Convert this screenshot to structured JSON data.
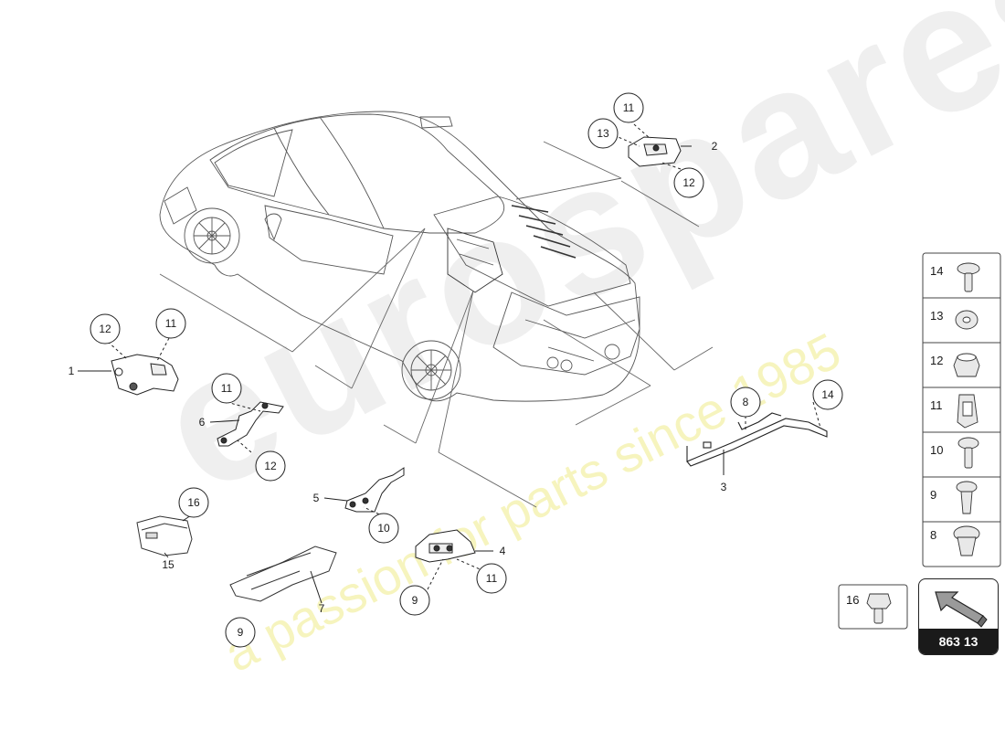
{
  "watermark": {
    "brand": "eurospares",
    "slogan": "a passion for parts since 1985"
  },
  "reference_badge": {
    "number": "863 13",
    "icon": "arrow-icon"
  },
  "callouts": {
    "c1": "1",
    "c2": "2",
    "c3": "3",
    "c4": "4",
    "c5": "5",
    "c6": "6",
    "c7": "7",
    "c8": "8",
    "c9a": "9",
    "c9b": "9",
    "c10": "10",
    "c11a": "11",
    "c11b": "11",
    "c11c": "11",
    "c11d": "11",
    "c12a": "12",
    "c12b": "12",
    "c12c": "12",
    "c13": "13",
    "c14": "14",
    "c15": "15",
    "c16": "16"
  },
  "hardware_panel": {
    "items": [
      {
        "number": "14",
        "icon": "screw-icon"
      },
      {
        "number": "13",
        "icon": "washer-icon"
      },
      {
        "number": "12",
        "icon": "nut-icon"
      },
      {
        "number": "11",
        "icon": "clip-nut-icon"
      },
      {
        "number": "10",
        "icon": "screw-icon"
      },
      {
        "number": "9",
        "icon": "screw-icon"
      },
      {
        "number": "8",
        "icon": "expansion-rivet-icon"
      }
    ],
    "single_item": {
      "number": "16",
      "icon": "bolt-icon"
    }
  }
}
